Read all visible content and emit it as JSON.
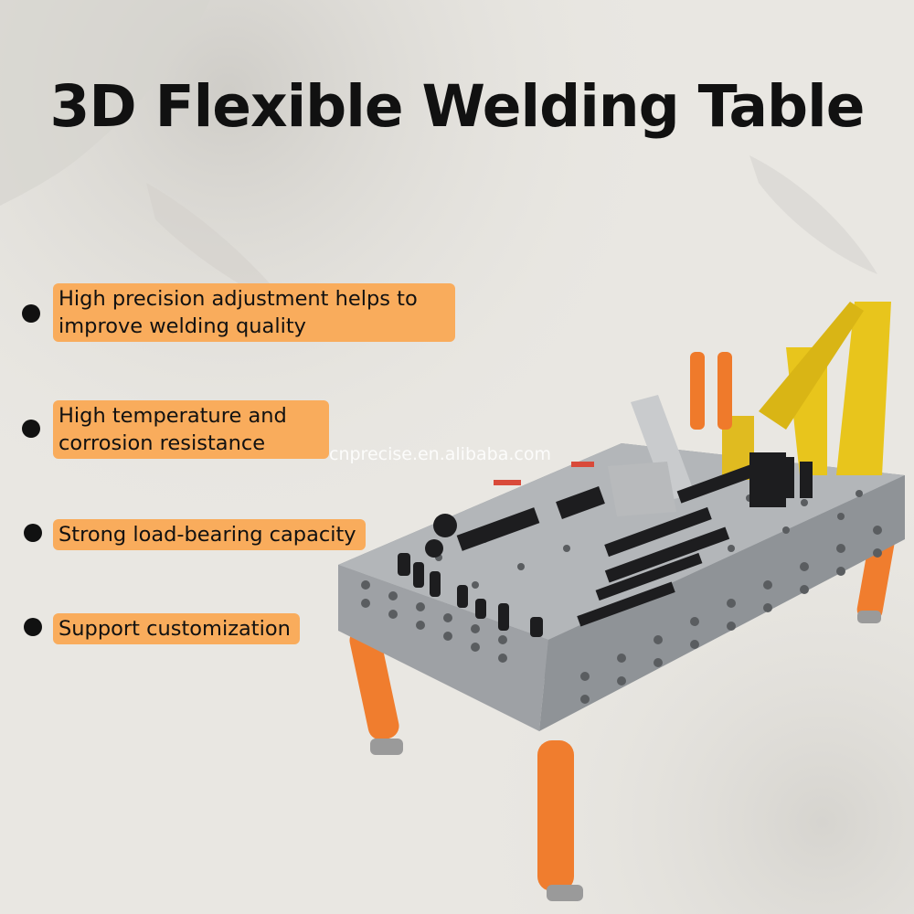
{
  "title": "3D Flexible Welding Table",
  "watermark": "cnprecise.en.alibaba.com",
  "features": [
    "High precision adjustment helps to\nimprove welding quality",
    "High temperature and\ncorrosion resistance",
    "Strong load-bearing capacity",
    "Support customization"
  ],
  "colors": {
    "background": "#e9e7e2",
    "label": "#f9ac5c",
    "table_steel": "#a9adb1",
    "legs": "#f07d2e",
    "fixtures_yellow": "#e8c51c",
    "clamps_black": "#1d1d1f"
  }
}
